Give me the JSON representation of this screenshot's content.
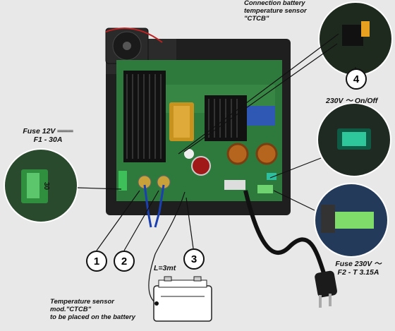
{
  "labels": {
    "connection": [
      "Connection battery",
      "temperature sensor",
      "\"CTCB\""
    ],
    "on_off": "230V ～ On/Off",
    "fuse12_line1": "Fuse 12V ═══",
    "fuse12_line2": "F1 - 30A",
    "fuse230_line1": "Fuse 230V ～",
    "fuse230_line2": "F2 - T 3.15A",
    "length": "L=3mt",
    "temp_sensor": [
      "Temperature sensor",
      "mod.\"CTCB\"",
      "to be placed on the battery"
    ],
    "fuse_print": "30"
  },
  "callouts": [
    "1",
    "2",
    "3",
    "4"
  ],
  "colors": {
    "board": "#2e7a3c",
    "case": "#1f1f1f",
    "circle_bg": "#2a4a2e"
  }
}
